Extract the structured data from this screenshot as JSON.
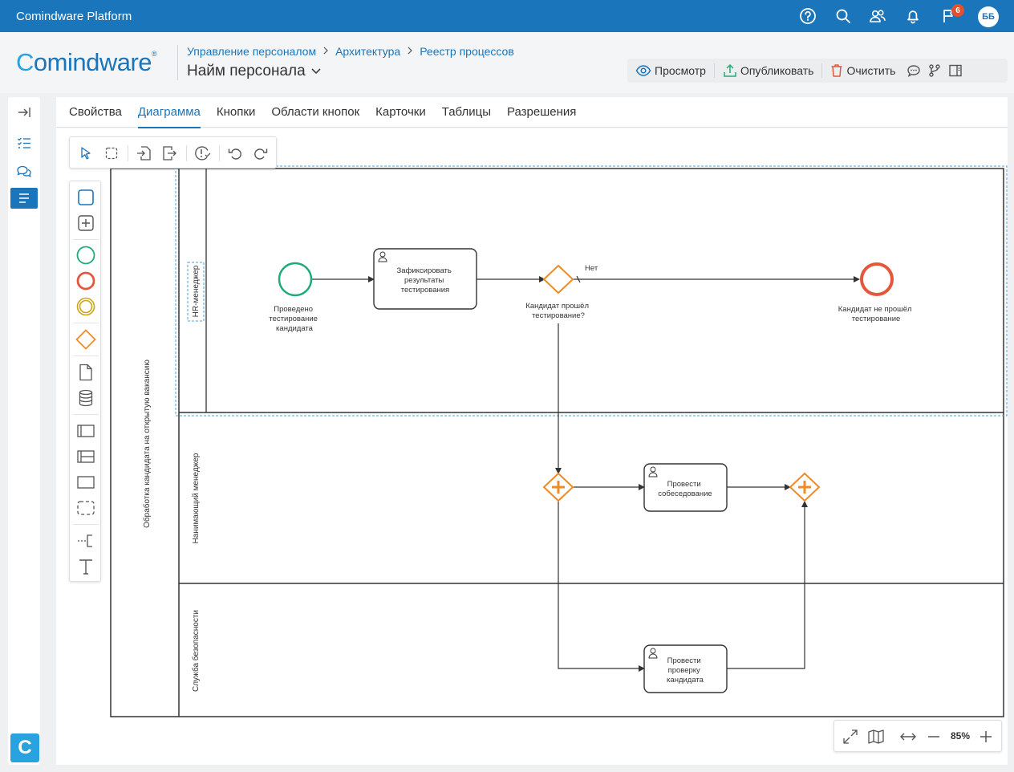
{
  "topbar": {
    "app_title": "Comindware Platform",
    "icons": [
      "help-icon",
      "search-icon",
      "users-icon",
      "bell-icon",
      "flag-icon"
    ],
    "notification_count": "6",
    "avatar_initials": "ББ"
  },
  "header": {
    "logo_text_c": "C",
    "logo_text_rest": "omindware",
    "logo_reg": "®",
    "breadcrumb": [
      "Управление персоналом",
      "Архитектура",
      "Реестр процессов"
    ],
    "title": "Найм персонала",
    "actions": {
      "view_label": "Просмотр",
      "publish_label": "Опубликовать",
      "clear_label": "Очистить"
    }
  },
  "rail": {
    "items": [
      "collapse-icon",
      "checklist-icon",
      "chat-icon",
      "list-icon"
    ],
    "active_index": 3,
    "logo_letter": "C"
  },
  "tabs": [
    {
      "label": "Свойства",
      "active": false
    },
    {
      "label": "Диаграмма",
      "active": true
    },
    {
      "label": "Кнопки",
      "active": false
    },
    {
      "label": "Области кнопок",
      "active": false
    },
    {
      "label": "Карточки",
      "active": false
    },
    {
      "label": "Таблицы",
      "active": false
    },
    {
      "label": "Разрешения",
      "active": false
    }
  ],
  "diagram": {
    "pool_label": "Обработка кандидата на открытую вакансию",
    "lanes": [
      "HR-менеджер",
      "Нанимающий менеджер",
      "Служба безопасности"
    ],
    "start_event_label": [
      "Проведено",
      "тестирование",
      "кандидата"
    ],
    "task_record": [
      "Зафиксировать",
      "результаты",
      "тестирования"
    ],
    "gateway_label": [
      "Кандидат прошёл",
      "тестирование?"
    ],
    "flow_no_label": "Нет",
    "end_event_label": [
      "Кандидат не прошёл",
      "тестирование"
    ],
    "task_interview": [
      "Провести",
      "собеседование"
    ],
    "task_check": [
      "Провести",
      "проверку",
      "кандидата"
    ],
    "colors": {
      "start": "#1faa7a",
      "end": "#e4573c",
      "gateway": "#f08a24",
      "accent": "#1a75bb"
    }
  },
  "zoom": {
    "level_label": "85%"
  }
}
